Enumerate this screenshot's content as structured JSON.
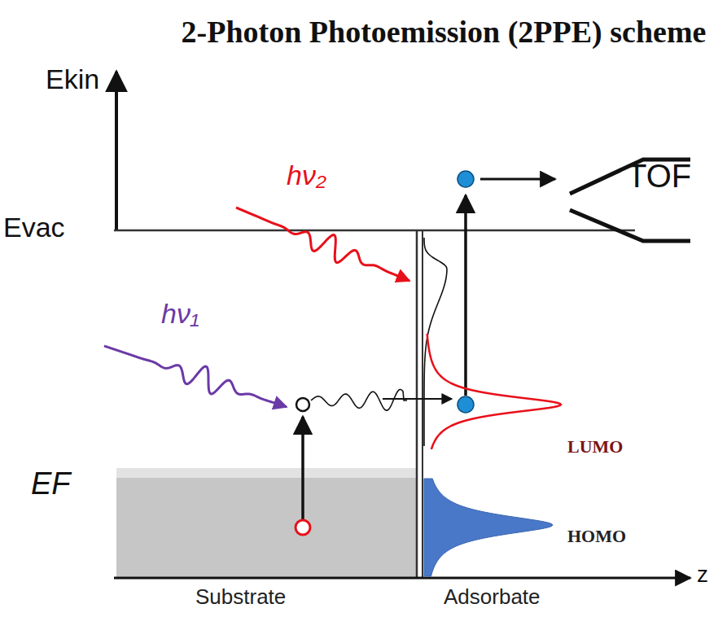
{
  "diagram": {
    "title": "2-Photon Photoemission (2PPE) scheme",
    "labels": [
      "Ekin",
      "Evac",
      "hν₂",
      "TOF",
      "hν₁",
      "LUMO",
      "EF",
      "HOMO",
      "Substrate",
      "Adsorbate",
      "z"
    ]
  }
}
